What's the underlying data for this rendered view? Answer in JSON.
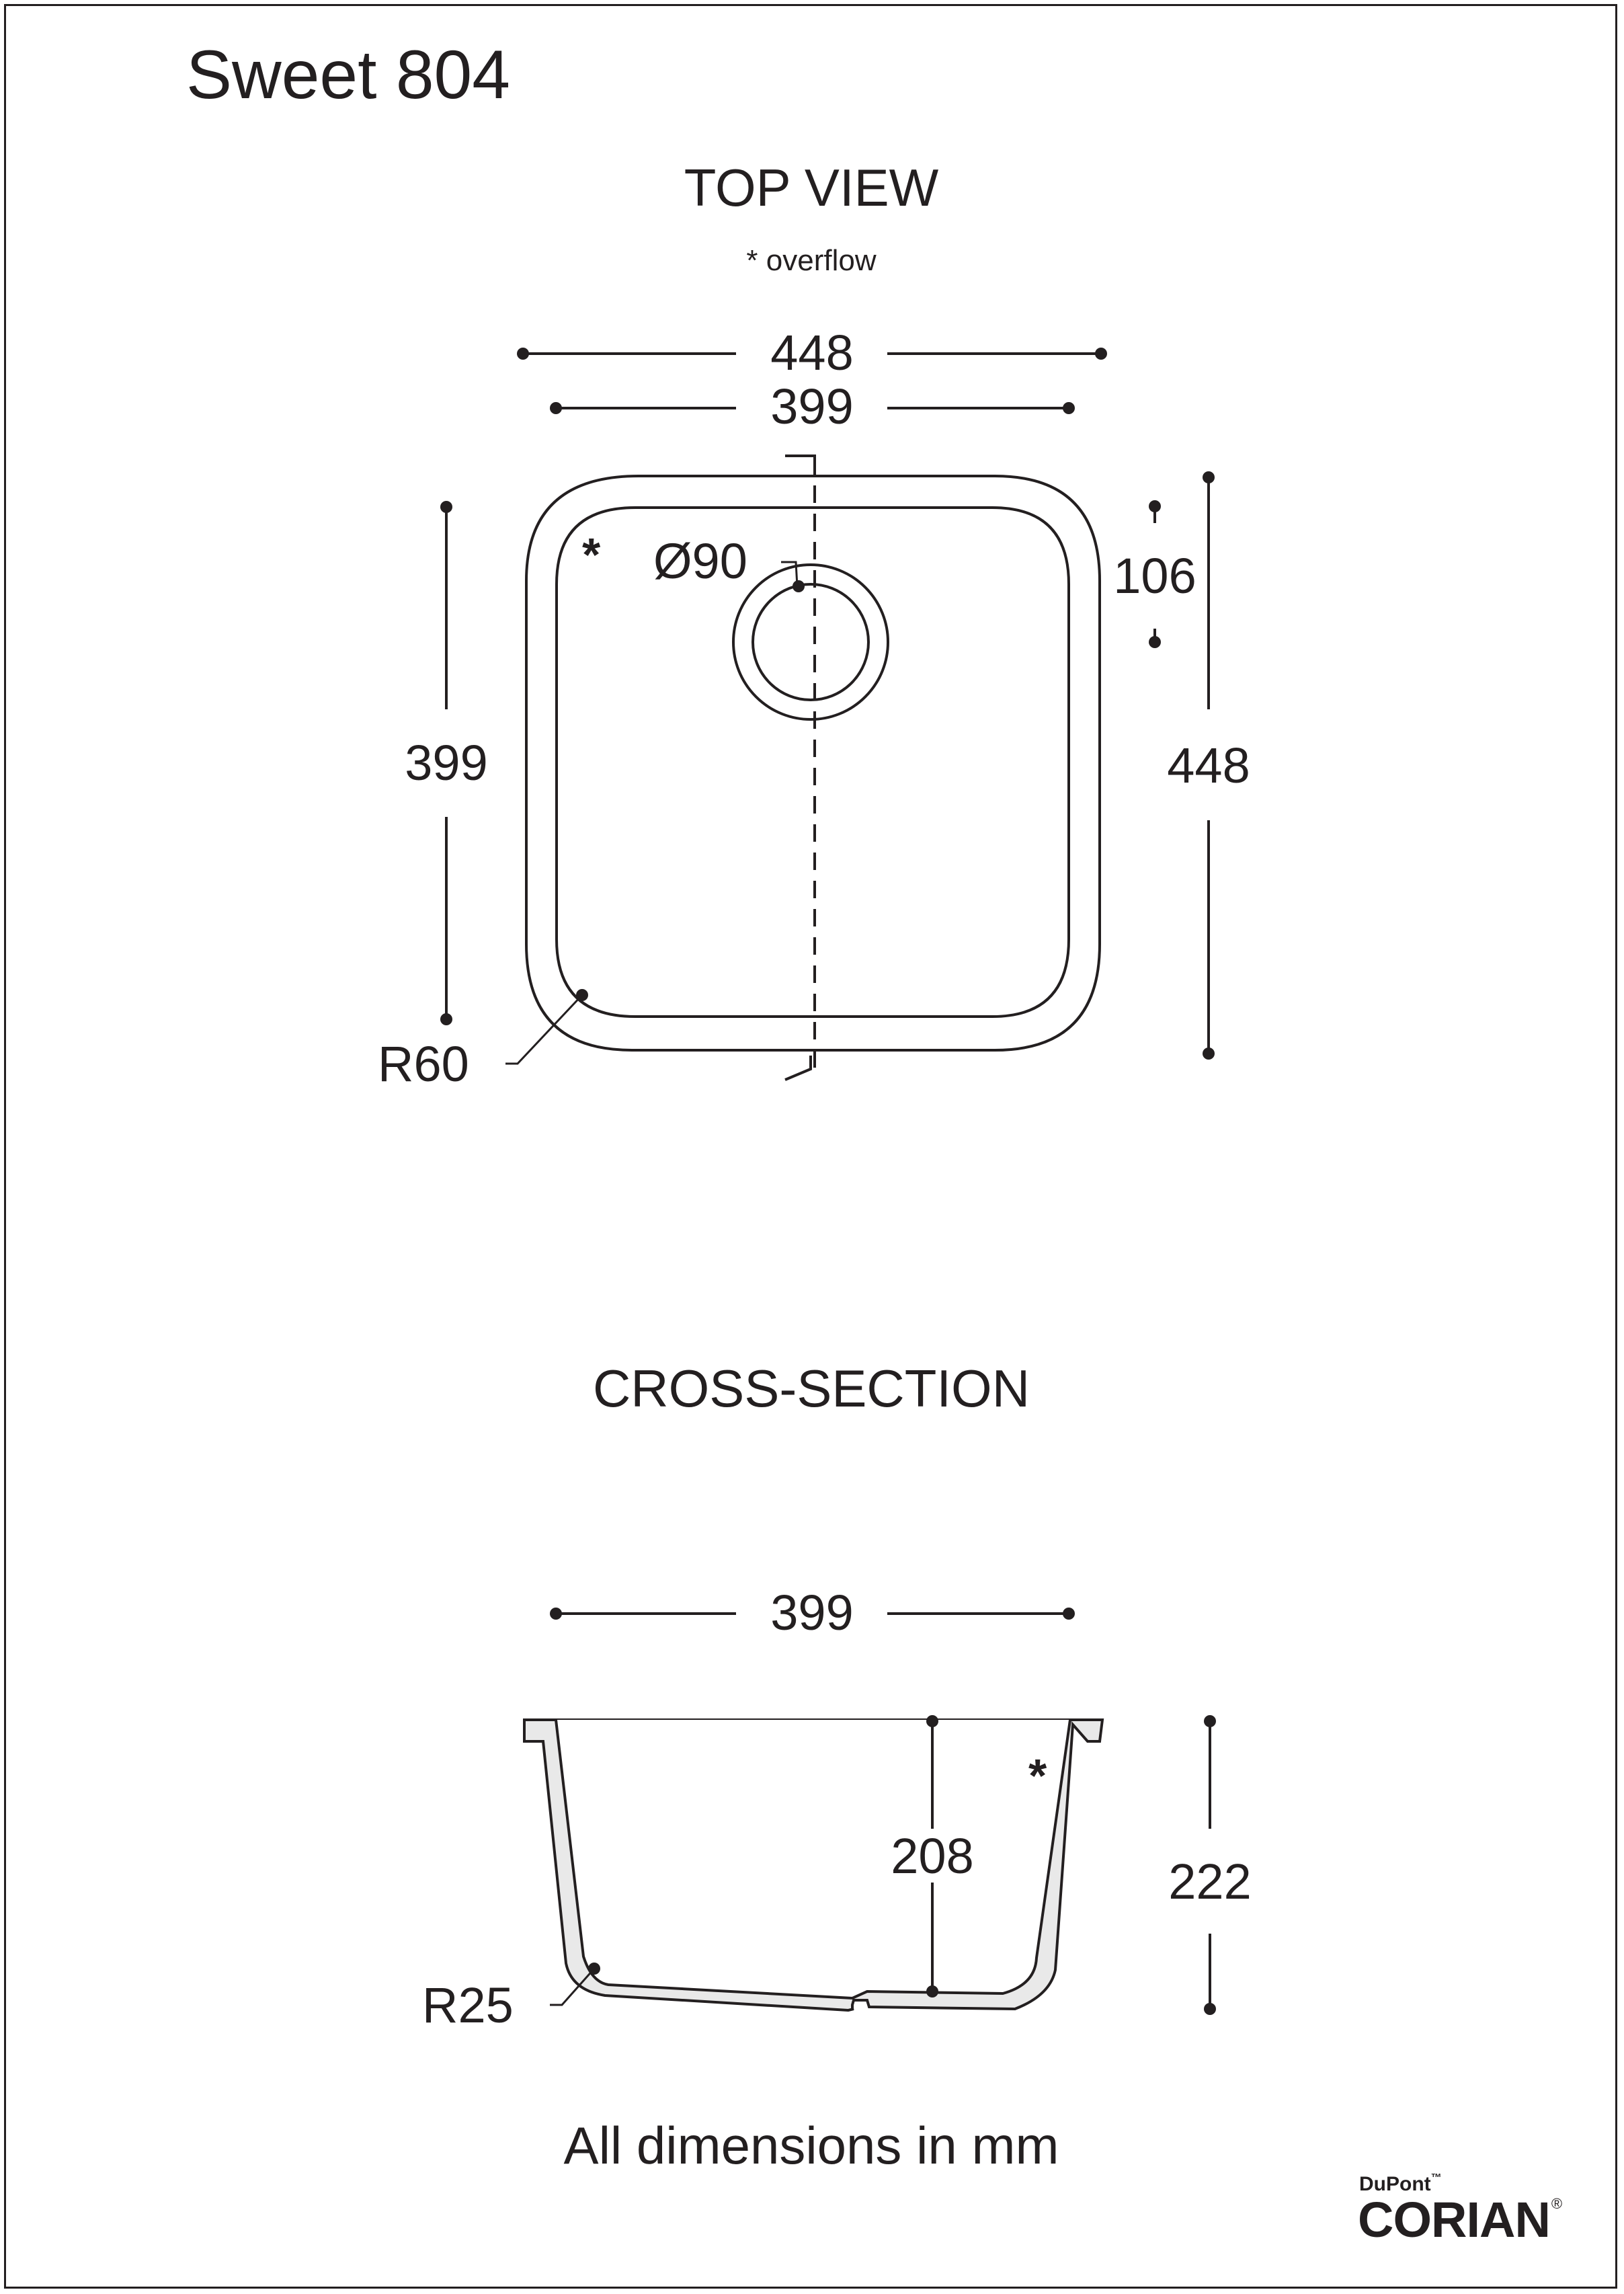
{
  "title": "Sweet 804",
  "top_view": {
    "heading": "TOP VIEW",
    "note": "* overflow",
    "outer_width": "448",
    "inner_width": "399",
    "inner_height": "399",
    "outer_height": "448",
    "drain_offset": "106",
    "drain_diameter": "Ø90",
    "corner_radius": "R60",
    "overflow_marker": "*"
  },
  "cross_section": {
    "heading": "CROSS-SECTION",
    "inner_width": "399",
    "inner_depth": "208",
    "outer_depth": "222",
    "bottom_radius": "R25",
    "overflow_marker": "*"
  },
  "footer": {
    "units_note": "All dimensions in mm"
  },
  "logo": {
    "brand_small": "DuPont",
    "brand_small_mark": "™",
    "brand_big": "CORIAN",
    "brand_big_mark": "®"
  }
}
